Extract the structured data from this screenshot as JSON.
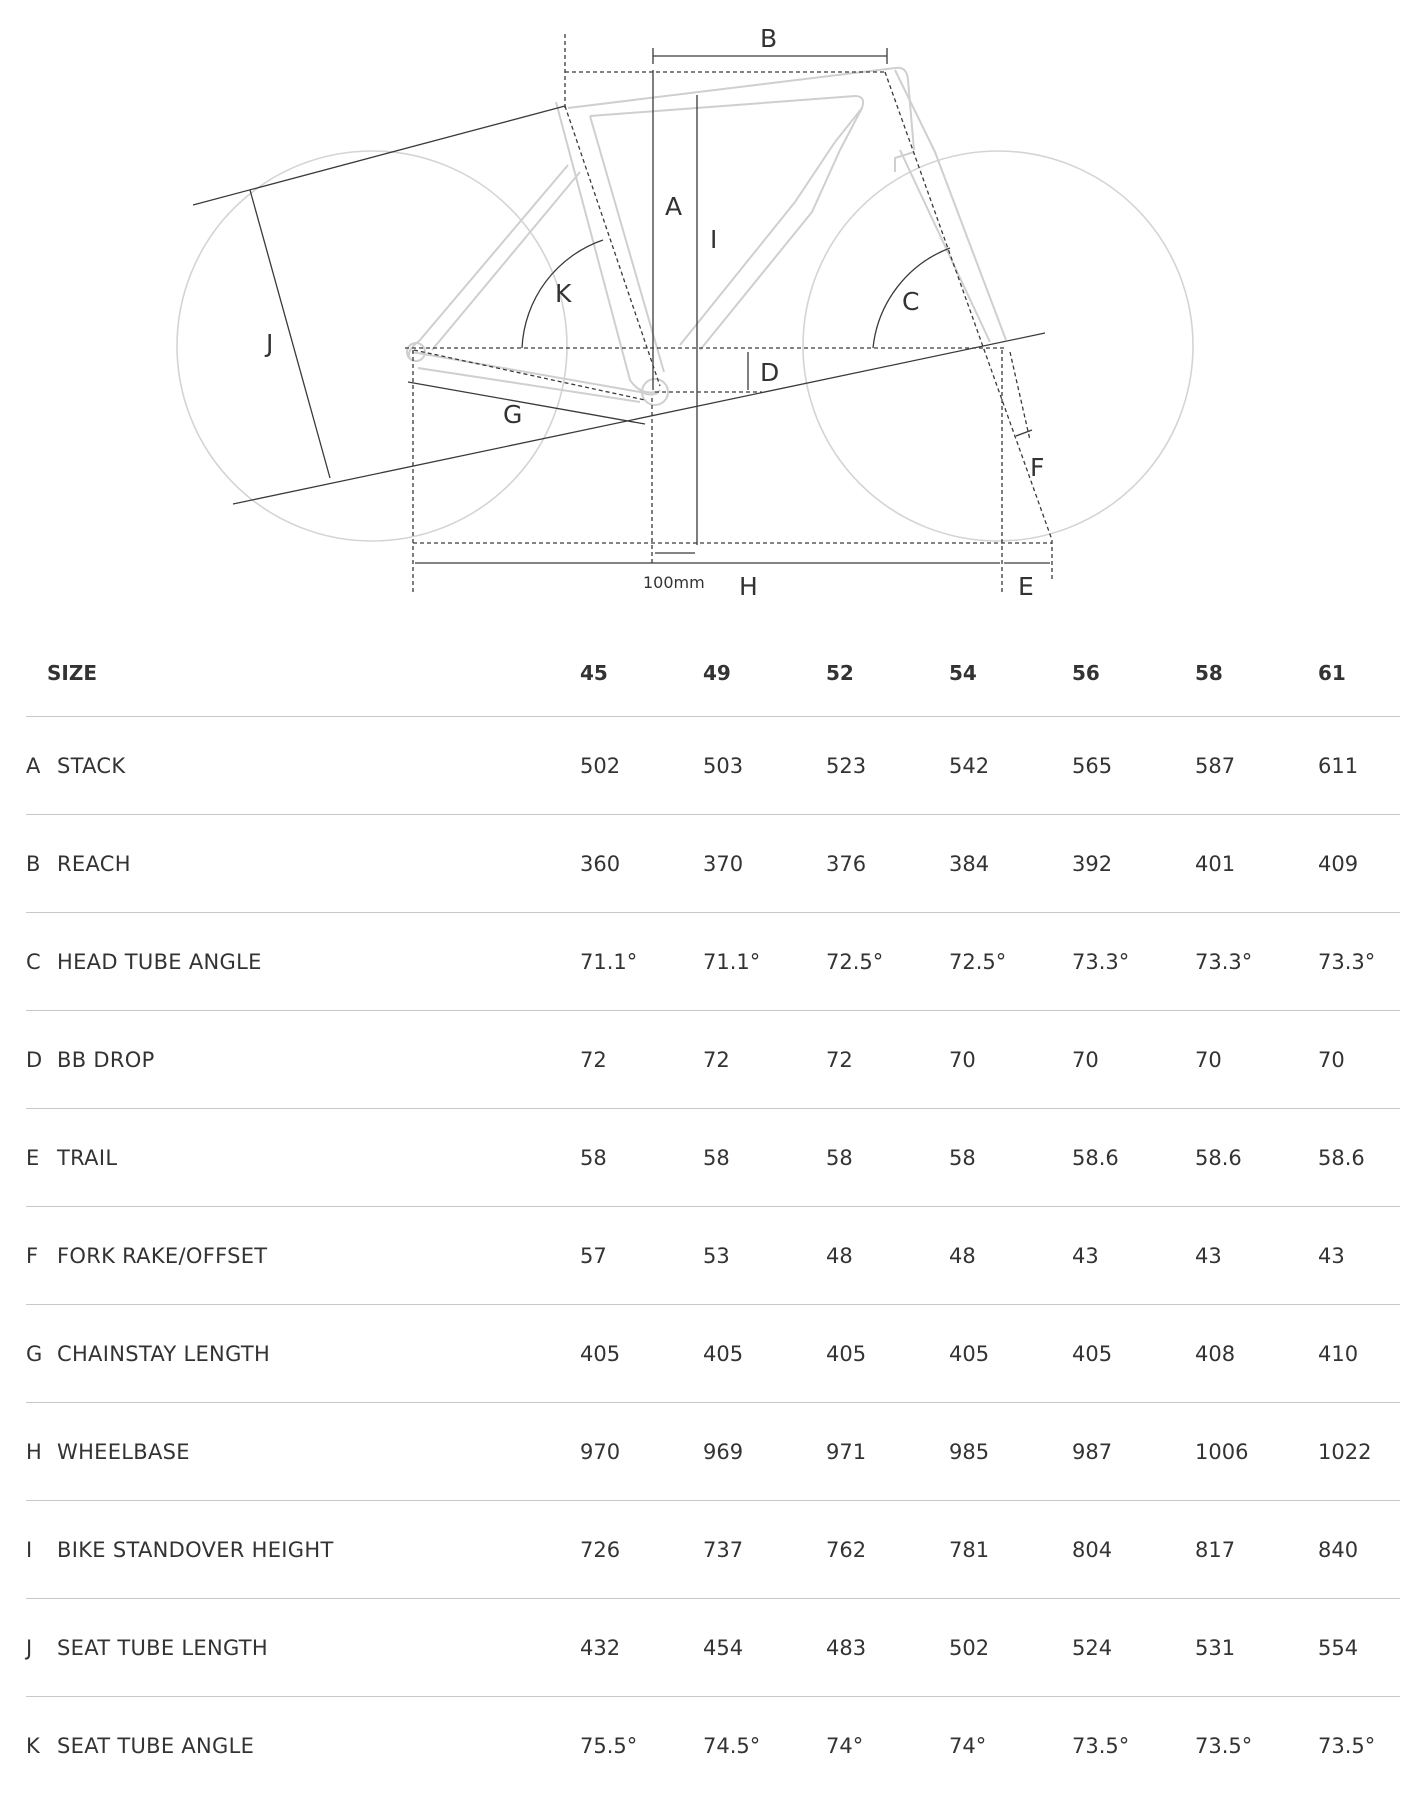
{
  "diagram": {
    "labels": {
      "A": "A",
      "B": "B",
      "C": "C",
      "D": "D",
      "E": "E",
      "F": "F",
      "G": "G",
      "H": "H",
      "I": "I",
      "J": "J",
      "K": "K"
    },
    "offset_note": "100mm"
  },
  "table": {
    "size_label": "SIZE",
    "sizes": [
      "45",
      "49",
      "52",
      "54",
      "56",
      "58",
      "61"
    ],
    "rows": [
      {
        "letter": "A",
        "name": "STACK",
        "values": [
          "502",
          "503",
          "523",
          "542",
          "565",
          "587",
          "611"
        ]
      },
      {
        "letter": "B",
        "name": "REACH",
        "values": [
          "360",
          "370",
          "376",
          "384",
          "392",
          "401",
          "409"
        ]
      },
      {
        "letter": "C",
        "name": "HEAD TUBE ANGLE",
        "values": [
          "71.1°",
          "71.1°",
          "72.5°",
          "72.5°",
          "73.3°",
          "73.3°",
          "73.3°"
        ]
      },
      {
        "letter": "D",
        "name": "BB DROP",
        "values": [
          "72",
          "72",
          "72",
          "70",
          "70",
          "70",
          "70"
        ]
      },
      {
        "letter": "E",
        "name": "TRAIL",
        "values": [
          "58",
          "58",
          "58",
          "58",
          "58.6",
          "58.6",
          "58.6"
        ]
      },
      {
        "letter": "F",
        "name": "FORK RAKE/OFFSET",
        "values": [
          "57",
          "53",
          "48",
          "48",
          "43",
          "43",
          "43"
        ]
      },
      {
        "letter": "G",
        "name": "CHAINSTAY LENGTH",
        "values": [
          "405",
          "405",
          "405",
          "405",
          "405",
          "408",
          "410"
        ]
      },
      {
        "letter": "H",
        "name": "WHEELBASE",
        "values": [
          "970",
          "969",
          "971",
          "985",
          "987",
          "1006",
          "1022"
        ]
      },
      {
        "letter": "I",
        "name": "BIKE STANDOVER HEIGHT",
        "values": [
          "726",
          "737",
          "762",
          "781",
          "804",
          "817",
          "840"
        ]
      },
      {
        "letter": "J",
        "name": "SEAT TUBE LENGTH",
        "values": [
          "432",
          "454",
          "483",
          "502",
          "524",
          "531",
          "554"
        ]
      },
      {
        "letter": "K",
        "name": "SEAT TUBE ANGLE",
        "values": [
          "75.5°",
          "74.5°",
          "74°",
          "74°",
          "73.5°",
          "73.5°",
          "73.5°"
        ]
      }
    ]
  }
}
